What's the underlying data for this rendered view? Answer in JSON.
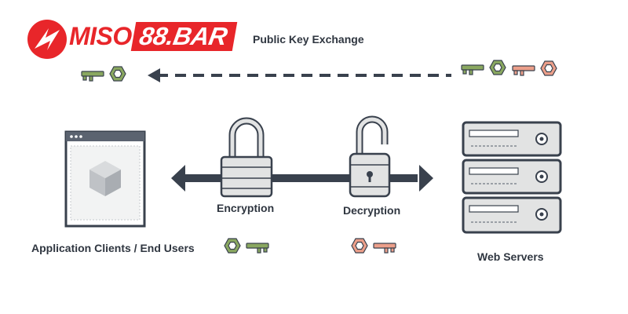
{
  "logo": {
    "text_prefix": "MISO",
    "text_badge": "88.BAR"
  },
  "labels": {
    "public_key_exchange": "Public Key Exchange",
    "encryption": "Encryption",
    "decryption": "Decryption",
    "clients": "Application Clients / End Users",
    "servers": "Web Servers"
  },
  "colors": {
    "public_key": "#8aa860",
    "private_key": "#ec9f8a",
    "line": "#39414d",
    "lock_body": "#e2e3e3",
    "accent_red": "#e8262a"
  },
  "icons": [
    "logo-emblem-icon",
    "public-key-icon",
    "private-key-icon",
    "lock-closed-icon",
    "lock-open-icon",
    "browser-window-icon",
    "server-stack-icon"
  ]
}
